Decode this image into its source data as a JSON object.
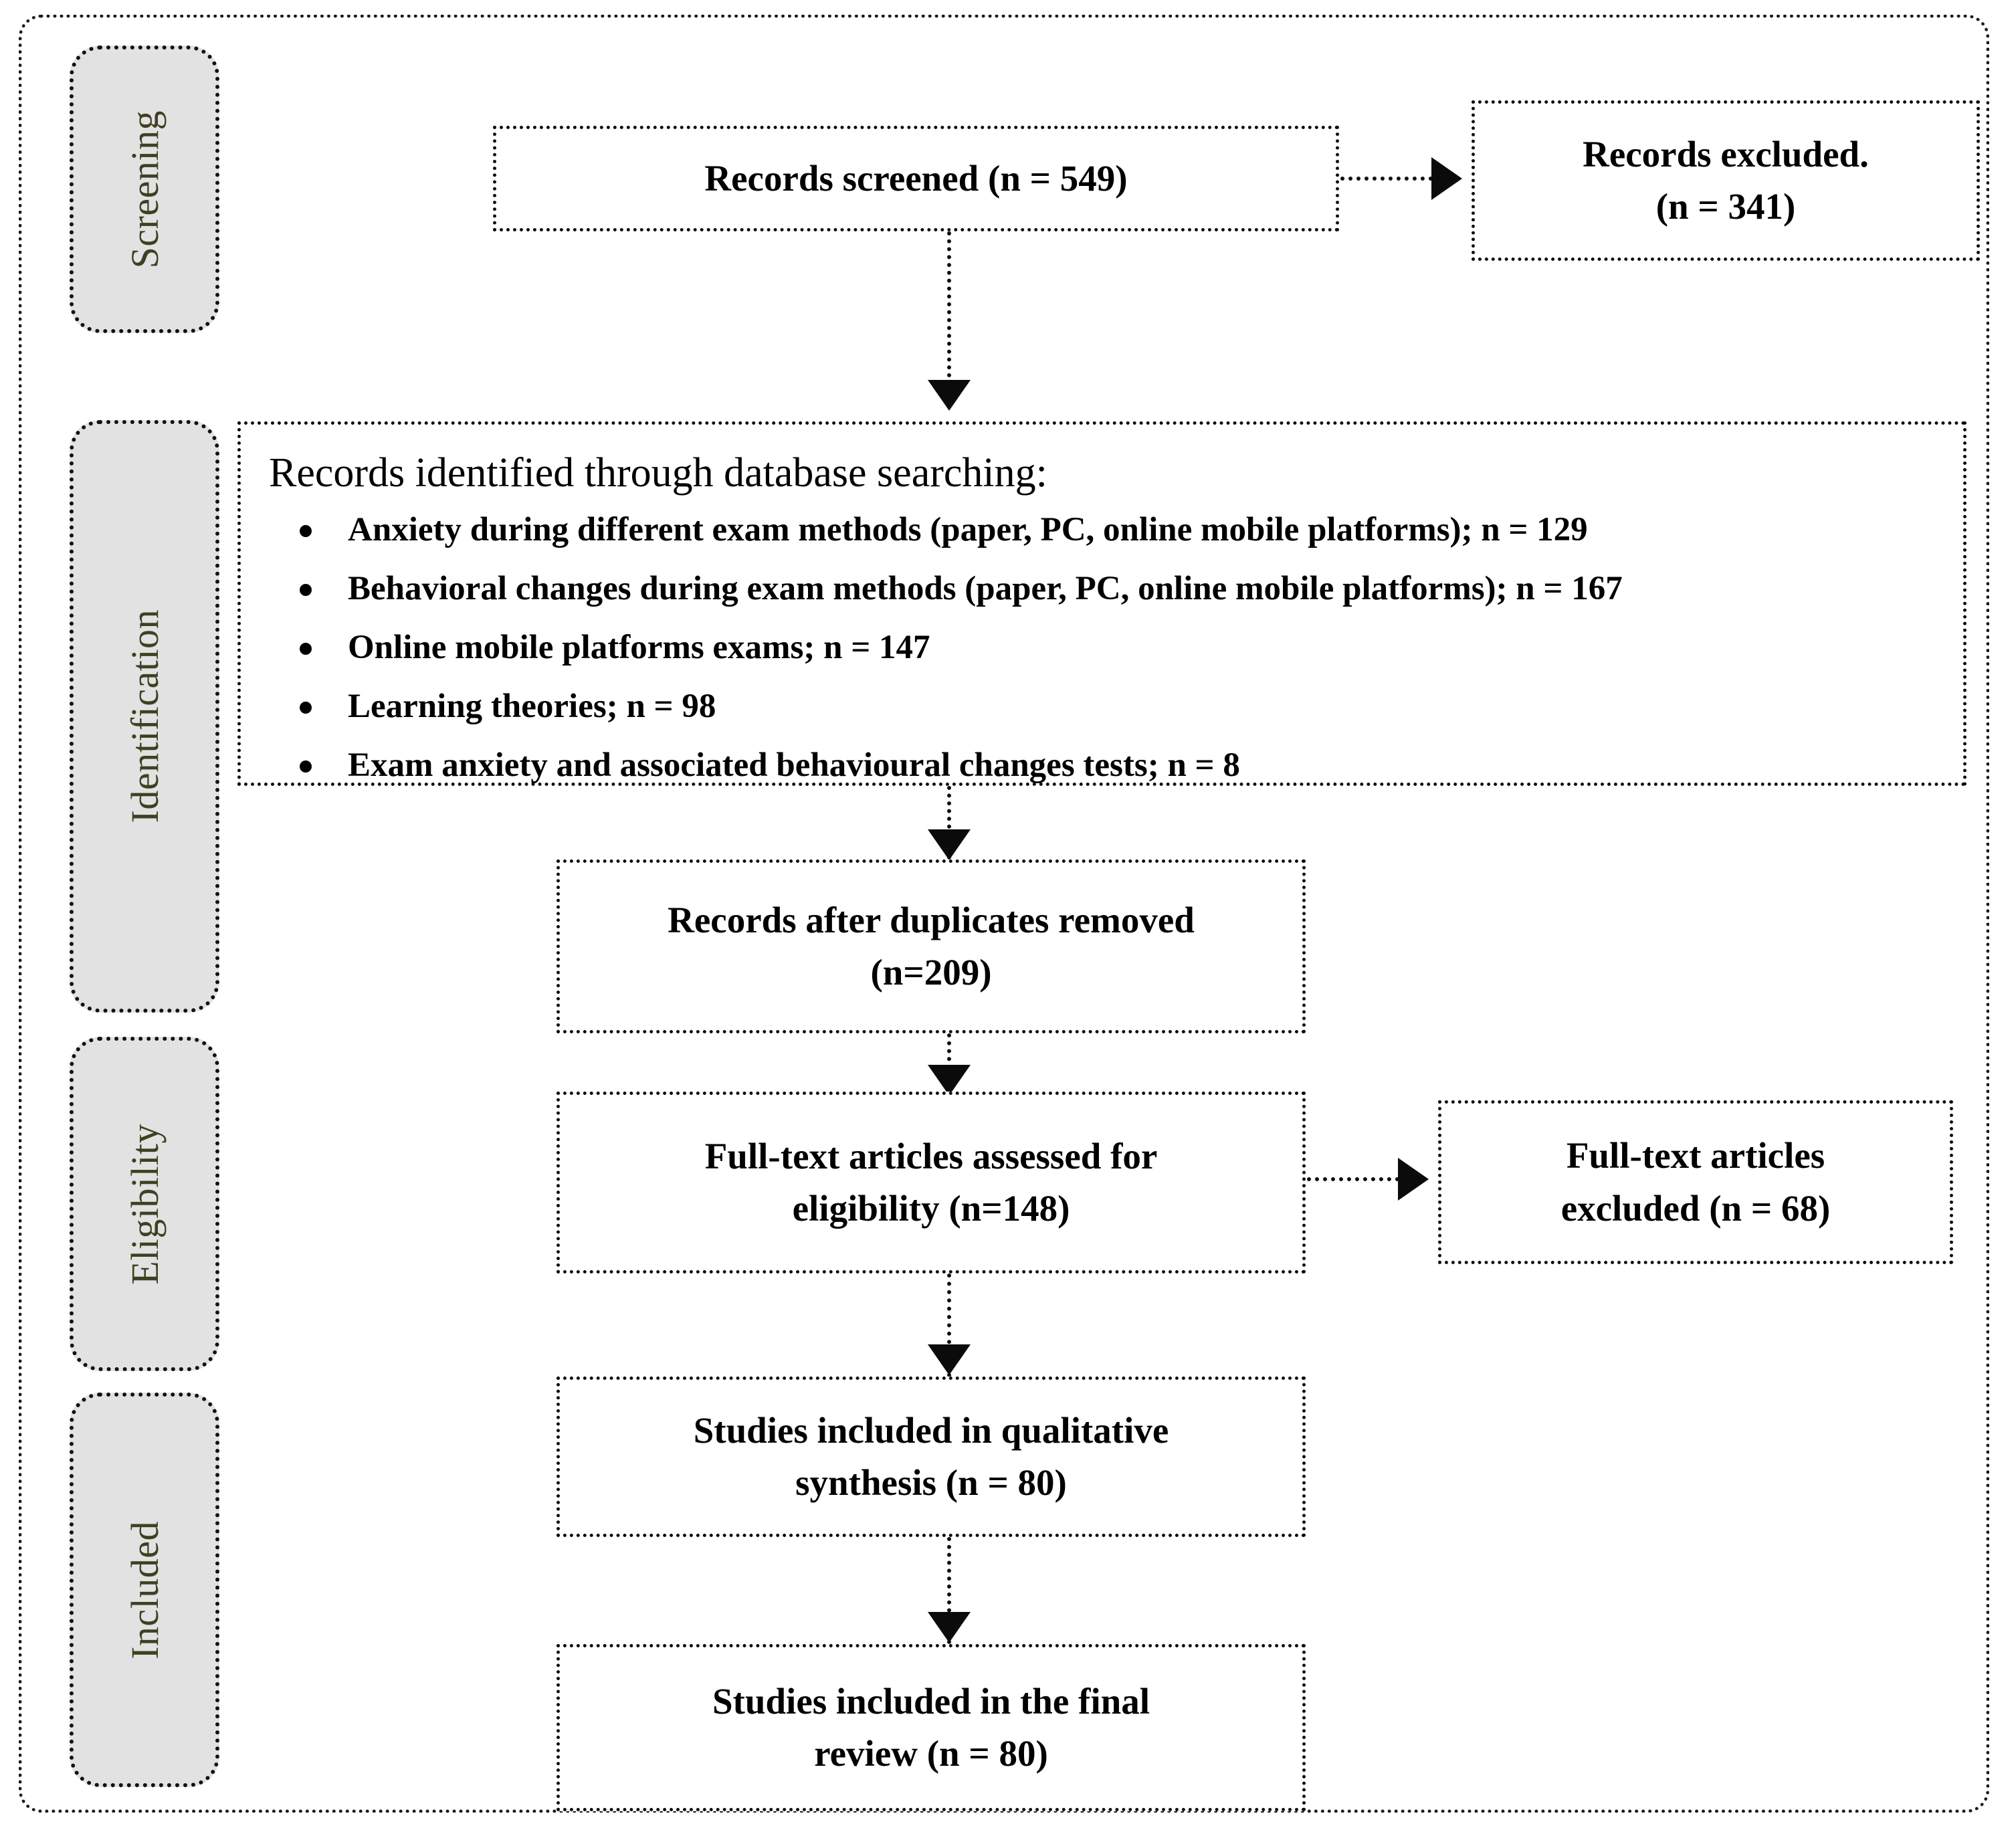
{
  "diagram": {
    "type": "prisma-flow-diagram",
    "stages": [
      {
        "id": "screening",
        "label": "Screening"
      },
      {
        "id": "identification",
        "label": "Identification"
      },
      {
        "id": "eligibility",
        "label": "Eligibility"
      },
      {
        "id": "included",
        "label": "Included"
      }
    ],
    "boxes": {
      "records_screened": {
        "line1": "Records screened (n = 549)"
      },
      "records_excluded": {
        "line1": "Records excluded.",
        "line2": "(n = 341)"
      },
      "records_identified": {
        "title": "Records identified through database searching:",
        "items": [
          "Anxiety during different exam methods (paper, PC, online mobile platforms); n = 129",
          "Behavioral changes during exam methods (paper, PC, online mobile platforms); n = 167",
          "Online mobile platforms exams; n = 147",
          "Learning theories; n = 98",
          "Exam anxiety and associated behavioural changes tests; n = 8"
        ]
      },
      "duplicates_removed": {
        "line1": "Records after duplicates removed",
        "line2": "(n=209)"
      },
      "fulltext_assessed": {
        "line1": "Full-text articles assessed for",
        "line2": "eligibility (n=148)"
      },
      "fulltext_excluded": {
        "line1": "Full-text articles",
        "line2": "excluded (n = 68)"
      },
      "qualitative_synthesis": {
        "line1": "Studies included in qualitative",
        "line2": "synthesis (n = 80)"
      },
      "final_review": {
        "line1": "Studies included in the final",
        "line2": "review (n = 80)"
      }
    },
    "colors": {
      "stage_fill": "#e2e2e2",
      "stage_text": "#3f4022",
      "box_border": "#0d0d0d",
      "box_fill": "#ffffff",
      "text": "#000000"
    }
  }
}
